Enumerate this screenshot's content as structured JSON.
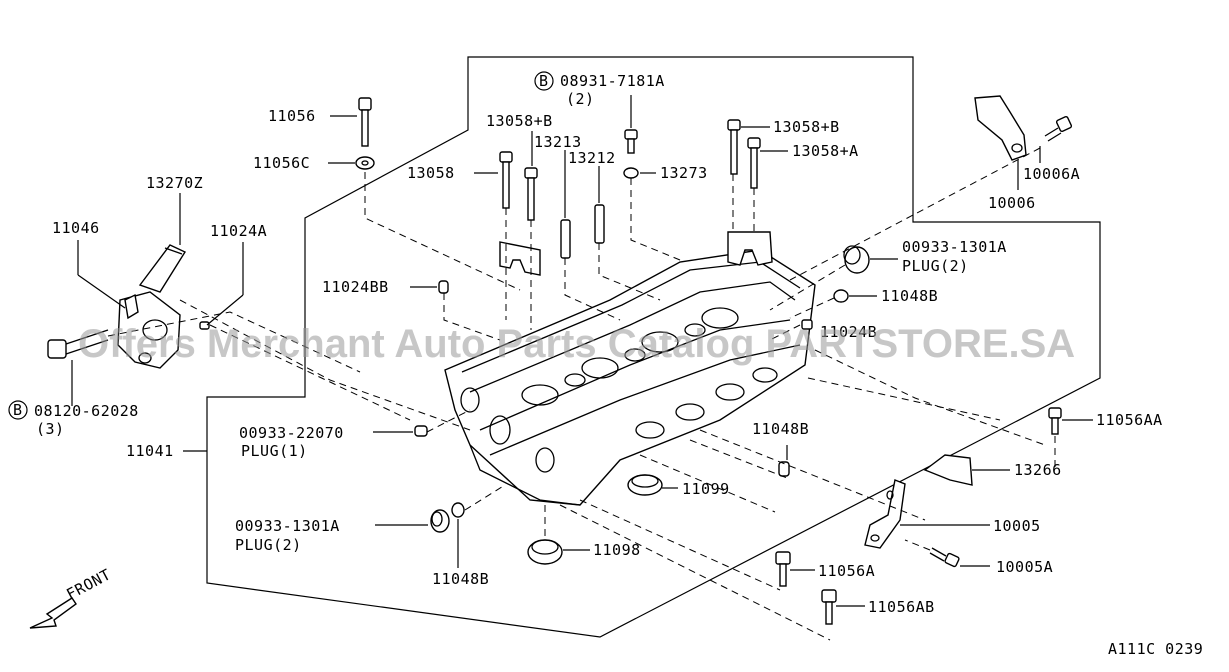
{
  "diagram_code": "A111C 0239",
  "watermark": "Offers Merchant Auto Parts Catalog PARTSTORE.SA",
  "front_label": "FRONT",
  "bolt_symbol": "B",
  "labels": {
    "p11056": "11056",
    "p11056c": "11056C",
    "p13270z": "13270Z",
    "p11046": "11046",
    "p11024a": "11024A",
    "p08120": "08120-62028",
    "p08120_qty": "(3)",
    "p11041": "11041",
    "p00933_22070": "00933-22070",
    "plug1": "PLUG(1)",
    "p00933_1301a_l": "00933-1301A",
    "plug2_l": "PLUG(2)",
    "p11048b_bl": "11048B",
    "p11024bb": "11024BB",
    "p13058": "13058",
    "p13058b_l": "13058+B",
    "p13213": "13213",
    "p13212": "13212",
    "p08931": "08931-7181A",
    "p08931_qty": "(2)",
    "p13273": "13273",
    "p13058b_r": "13058+B",
    "p13058a": "13058+A",
    "p10006a": "10006A",
    "p10006": "10006",
    "p00933_1301a_r": "00933-1301A",
    "plug2_r": "PLUG(2)",
    "p11048b_r": "11048B",
    "p11024b": "11024B",
    "p11048b_m": "11048B",
    "p11099": "11099",
    "p11098": "11098",
    "p11056aa": "11056AA",
    "p13266": "13266",
    "p10005": "10005",
    "p10005a": "10005A",
    "p11056a": "11056A",
    "p11056ab": "11056AB"
  }
}
